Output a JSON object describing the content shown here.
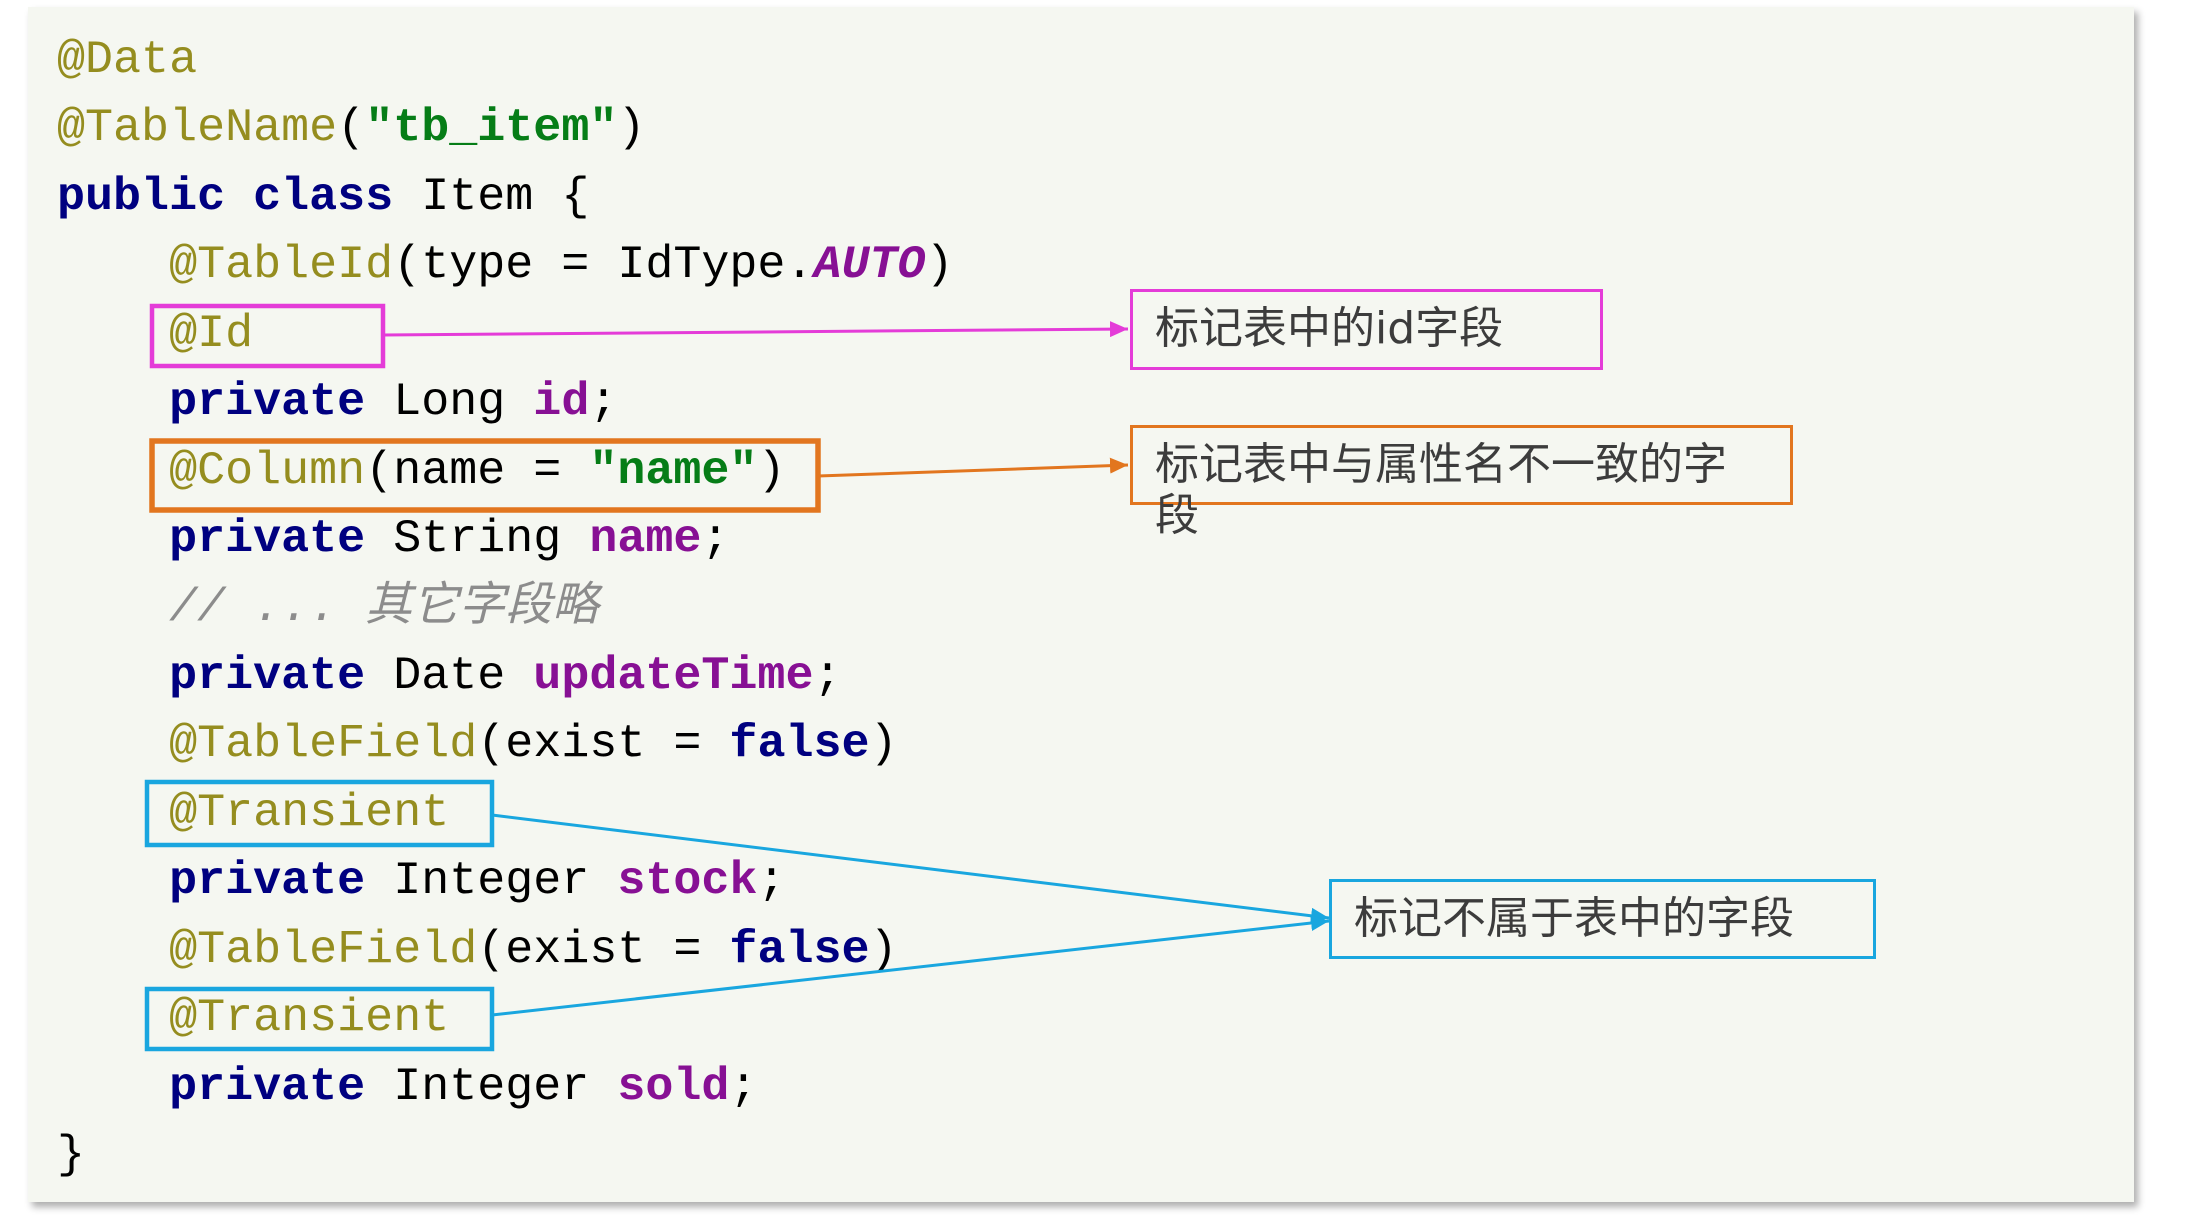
{
  "code": {
    "lines": [
      [
        "@Data"
      ],
      [
        "@TableName",
        "(",
        "\"tb_item\"",
        ")"
      ],
      [
        "public class",
        " Item {"
      ],
      [
        "@TableId",
        "(type = IdType.",
        "AUTO",
        ")"
      ],
      [
        "@Id"
      ],
      [
        "private",
        " Long ",
        "id",
        ";"
      ],
      [
        "@Column",
        "(name = ",
        "\"name\"",
        ")"
      ],
      [
        "private",
        " String ",
        "name",
        ";"
      ],
      [
        "// ... 其它字段略"
      ],
      [
        "private",
        " Date ",
        "updateTime",
        ";"
      ],
      [
        "@TableField",
        "(exist = ",
        "false",
        ")"
      ],
      [
        "@Transient"
      ],
      [
        "private",
        " Integer ",
        "stock",
        ";"
      ],
      [
        "@TableField",
        "(exist = ",
        "false",
        ")"
      ],
      [
        "@Transient"
      ],
      [
        "private",
        " Integer ",
        "sold",
        ";"
      ],
      [
        "}"
      ]
    ]
  },
  "callouts": {
    "id": {
      "text": "标记表中的id字段",
      "color": "#e43cd8"
    },
    "column": {
      "text": "标记表中与属性名不一致的字段",
      "color": "#e2761f"
    },
    "transient": {
      "text": "标记不属于表中的字段",
      "color": "#19a6df"
    }
  },
  "colors": {
    "annotation": "#958d1f",
    "keyword": "#000080",
    "string": "#067d17",
    "field": "#871094",
    "comment": "#8c8c8c",
    "background": "#f5f7f1",
    "label": "#3c3c3c"
  }
}
